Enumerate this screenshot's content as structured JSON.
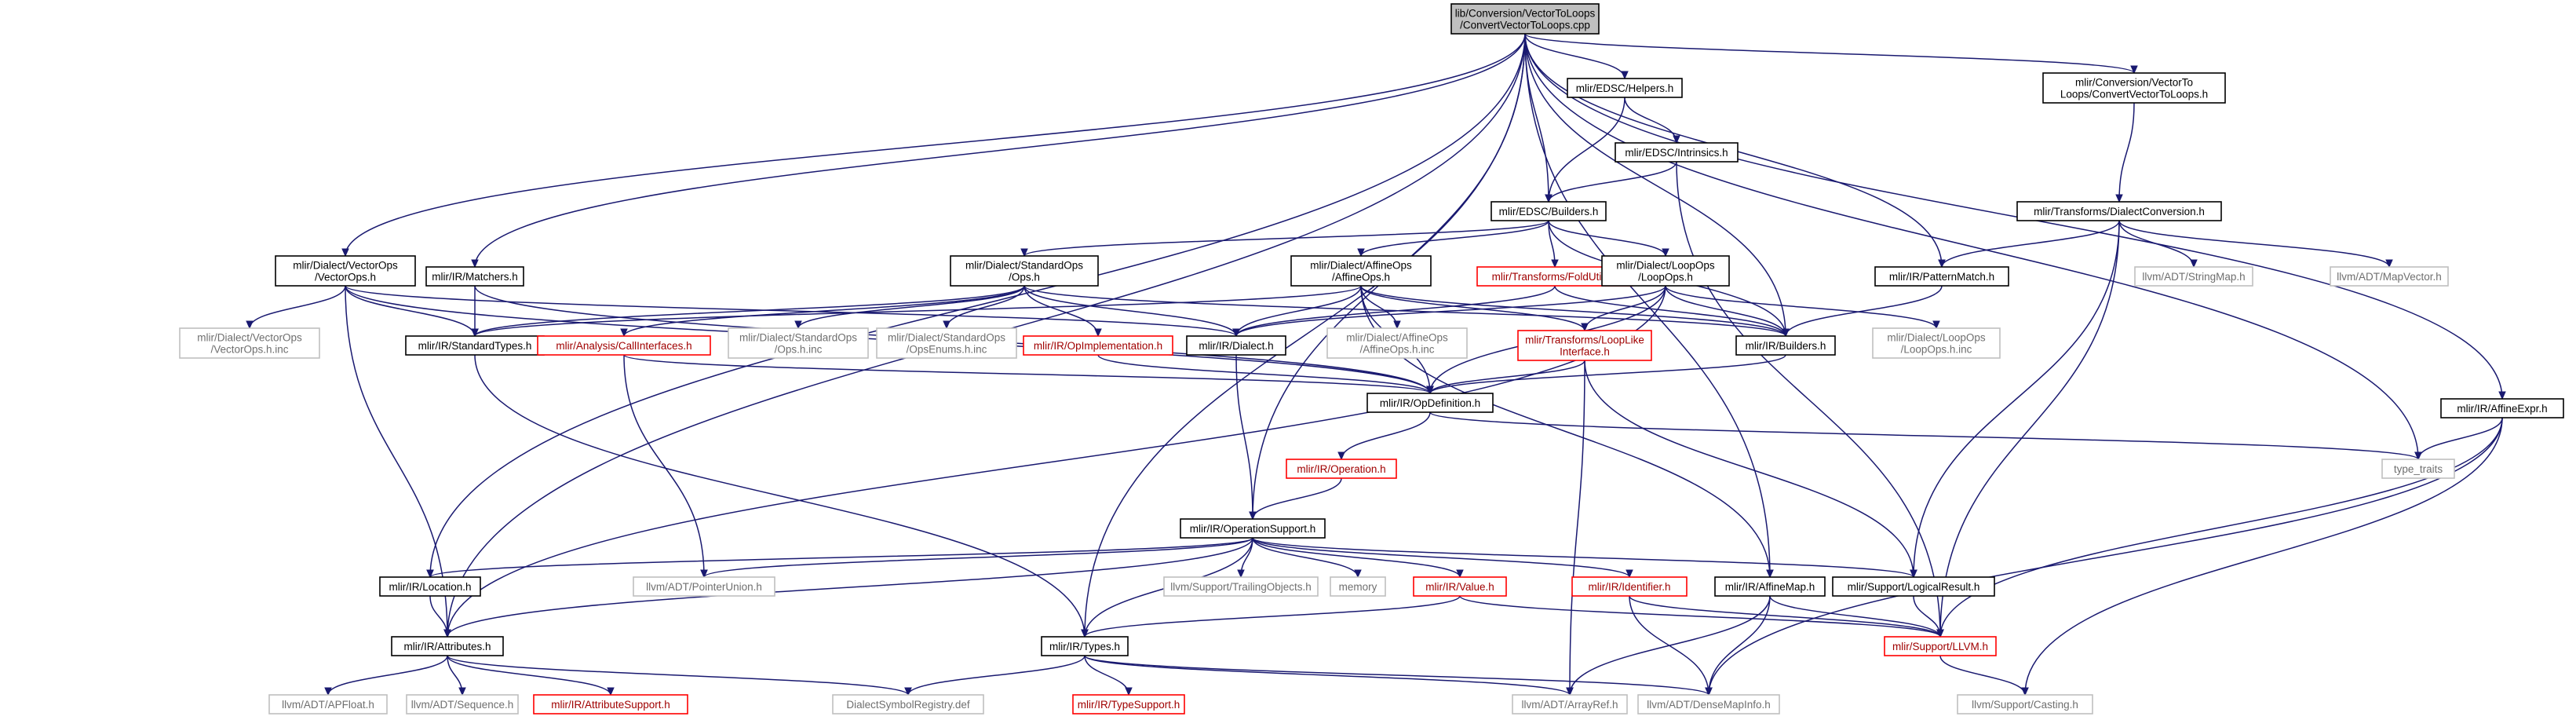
{
  "graph": {
    "title": "",
    "colors": {
      "root_fill": "#bfbfbf",
      "documented_border": "#000000",
      "undocumented_border": "#ff0000",
      "external_border": "#bfbfbf",
      "edge": "#191970"
    },
    "nodes": [
      {
        "id": "root",
        "lines": [
          "lib/Conversion/VectorToLoops",
          "/ConvertVectorToLoops.cpp"
        ],
        "style": "root"
      },
      {
        "id": "edsc_helpers",
        "lines": [
          "mlir/EDSC/Helpers.h"
        ],
        "style": "doc"
      },
      {
        "id": "conv_vtl",
        "lines": [
          "mlir/Conversion/VectorTo",
          "Loops/ConvertVectorToLoops.h"
        ],
        "style": "doc"
      },
      {
        "id": "edsc_intrinsics",
        "lines": [
          "mlir/EDSC/Intrinsics.h"
        ],
        "style": "doc"
      },
      {
        "id": "edsc_builders",
        "lines": [
          "mlir/EDSC/Builders.h"
        ],
        "style": "doc"
      },
      {
        "id": "dialect_conv",
        "lines": [
          "mlir/Transforms/DialectConversion.h"
        ],
        "style": "doc"
      },
      {
        "id": "vectorops_h",
        "lines": [
          "mlir/Dialect/VectorOps",
          "/VectorOps.h"
        ],
        "style": "doc"
      },
      {
        "id": "matchers_h",
        "lines": [
          "mlir/IR/Matchers.h"
        ],
        "style": "doc"
      },
      {
        "id": "stdops_h",
        "lines": [
          "mlir/Dialect/StandardOps",
          "/Ops.h"
        ],
        "style": "doc"
      },
      {
        "id": "affineops_h",
        "lines": [
          "mlir/Dialect/AffineOps",
          "/AffineOps.h"
        ],
        "style": "doc"
      },
      {
        "id": "foldutils",
        "lines": [
          "mlir/Transforms/FoldUtils.h"
        ],
        "style": "red"
      },
      {
        "id": "loopops_h",
        "lines": [
          "mlir/Dialect/LoopOps",
          "/LoopOps.h"
        ],
        "style": "doc"
      },
      {
        "id": "patternmatch",
        "lines": [
          "mlir/IR/PatternMatch.h"
        ],
        "style": "doc"
      },
      {
        "id": "stringmap",
        "lines": [
          "llvm/ADT/StringMap.h"
        ],
        "style": "gray"
      },
      {
        "id": "mapvector",
        "lines": [
          "llvm/ADT/MapVector.h"
        ],
        "style": "gray"
      },
      {
        "id": "vectorops_inc",
        "lines": [
          "mlir/Dialect/VectorOps",
          "/VectorOps.h.inc"
        ],
        "style": "gray"
      },
      {
        "id": "standardtypes",
        "lines": [
          "mlir/IR/StandardTypes.h"
        ],
        "style": "doc"
      },
      {
        "id": "callinterfaces",
        "lines": [
          "mlir/Analysis/CallInterfaces.h"
        ],
        "style": "red"
      },
      {
        "id": "stdops_inc",
        "lines": [
          "mlir/Dialect/StandardOps",
          "/Ops.h.inc"
        ],
        "style": "gray"
      },
      {
        "id": "stdops_enums",
        "lines": [
          "mlir/Dialect/StandardOps",
          "/OpsEnums.h.inc"
        ],
        "style": "gray"
      },
      {
        "id": "opimpl",
        "lines": [
          "mlir/IR/OpImplementation.h"
        ],
        "style": "red"
      },
      {
        "id": "dialect_h",
        "lines": [
          "mlir/IR/Dialect.h"
        ],
        "style": "doc"
      },
      {
        "id": "affineops_inc",
        "lines": [
          "mlir/Dialect/AffineOps",
          "/AffineOps.h.inc"
        ],
        "style": "gray"
      },
      {
        "id": "looplike",
        "lines": [
          "mlir/Transforms/LoopLike",
          "Interface.h"
        ],
        "style": "red"
      },
      {
        "id": "ir_builders",
        "lines": [
          "mlir/IR/Builders.h"
        ],
        "style": "doc"
      },
      {
        "id": "loopops_inc",
        "lines": [
          "mlir/Dialect/LoopOps",
          "/LoopOps.h.inc"
        ],
        "style": "gray"
      },
      {
        "id": "opdefinition",
        "lines": [
          "mlir/IR/OpDefinition.h"
        ],
        "style": "doc"
      },
      {
        "id": "affineexpr",
        "lines": [
          "mlir/IR/AffineExpr.h"
        ],
        "style": "doc"
      },
      {
        "id": "operation",
        "lines": [
          "mlir/IR/Operation.h"
        ],
        "style": "red"
      },
      {
        "id": "type_traits",
        "lines": [
          "type_traits"
        ],
        "style": "gray"
      },
      {
        "id": "opsupport",
        "lines": [
          "mlir/IR/OperationSupport.h"
        ],
        "style": "doc"
      },
      {
        "id": "location",
        "lines": [
          "mlir/IR/Location.h"
        ],
        "style": "doc"
      },
      {
        "id": "pointerunion",
        "lines": [
          "llvm/ADT/PointerUnion.h"
        ],
        "style": "gray"
      },
      {
        "id": "trailingobjects",
        "lines": [
          "llvm/Support/TrailingObjects.h"
        ],
        "style": "gray"
      },
      {
        "id": "memory",
        "lines": [
          "memory"
        ],
        "style": "gray"
      },
      {
        "id": "value_h",
        "lines": [
          "mlir/IR/Value.h"
        ],
        "style": "red"
      },
      {
        "id": "identifier",
        "lines": [
          "mlir/IR/Identifier.h"
        ],
        "style": "red"
      },
      {
        "id": "affinemap",
        "lines": [
          "mlir/IR/AffineMap.h"
        ],
        "style": "doc"
      },
      {
        "id": "logicalresult",
        "lines": [
          "mlir/Support/LogicalResult.h"
        ],
        "style": "doc"
      },
      {
        "id": "attributes",
        "lines": [
          "mlir/IR/Attributes.h"
        ],
        "style": "doc"
      },
      {
        "id": "types_h",
        "lines": [
          "mlir/IR/Types.h"
        ],
        "style": "doc"
      },
      {
        "id": "support_llvm",
        "lines": [
          "mlir/Support/LLVM.h"
        ],
        "style": "red"
      },
      {
        "id": "apfloat",
        "lines": [
          "llvm/ADT/APFloat.h"
        ],
        "style": "gray"
      },
      {
        "id": "sequence",
        "lines": [
          "llvm/ADT/Sequence.h"
        ],
        "style": "gray"
      },
      {
        "id": "attrsupport",
        "lines": [
          "mlir/IR/AttributeSupport.h"
        ],
        "style": "red"
      },
      {
        "id": "dialectsymreg",
        "lines": [
          "DialectSymbolRegistry.def"
        ],
        "style": "gray"
      },
      {
        "id": "typesupport",
        "lines": [
          "mlir/IR/TypeSupport.h"
        ],
        "style": "red"
      },
      {
        "id": "arrayref",
        "lines": [
          "llvm/ADT/ArrayRef.h"
        ],
        "style": "gray"
      },
      {
        "id": "densemapinfo",
        "lines": [
          "llvm/ADT/DenseMapInfo.h"
        ],
        "style": "gray"
      },
      {
        "id": "casting",
        "lines": [
          "llvm/Support/Casting.h"
        ],
        "style": "gray"
      }
    ],
    "edges": [
      [
        "root",
        "edsc_helpers"
      ],
      [
        "root",
        "conv_vtl"
      ],
      [
        "root",
        "edsc_builders"
      ],
      [
        "root",
        "vectorops_h"
      ],
      [
        "root",
        "matchers_h"
      ],
      [
        "root",
        "patternmatch"
      ],
      [
        "root",
        "ir_builders"
      ],
      [
        "root",
        "affineexpr"
      ],
      [
        "root",
        "type_traits"
      ],
      [
        "root",
        "opsupport"
      ],
      [
        "root",
        "location"
      ],
      [
        "root",
        "attributes"
      ],
      [
        "root",
        "types_h"
      ],
      [
        "root",
        "affinemap"
      ],
      [
        "edsc_helpers",
        "edsc_intrinsics"
      ],
      [
        "edsc_helpers",
        "edsc_builders"
      ],
      [
        "edsc_intrinsics",
        "edsc_builders"
      ],
      [
        "edsc_intrinsics",
        "support_llvm"
      ],
      [
        "conv_vtl",
        "dialect_conv"
      ],
      [
        "edsc_builders",
        "stdops_h"
      ],
      [
        "edsc_builders",
        "affineops_h"
      ],
      [
        "edsc_builders",
        "foldutils"
      ],
      [
        "edsc_builders",
        "loopops_h"
      ],
      [
        "edsc_builders",
        "ir_builders"
      ],
      [
        "dialect_conv",
        "patternmatch"
      ],
      [
        "dialect_conv",
        "stringmap"
      ],
      [
        "dialect_conv",
        "mapvector"
      ],
      [
        "dialect_conv",
        "logicalresult"
      ],
      [
        "dialect_conv",
        "support_llvm"
      ],
      [
        "vectorops_h",
        "vectorops_inc"
      ],
      [
        "vectorops_h",
        "standardtypes"
      ],
      [
        "vectorops_h",
        "dialect_h"
      ],
      [
        "vectorops_h",
        "opdefinition"
      ],
      [
        "vectorops_h",
        "attributes"
      ],
      [
        "matchers_h",
        "standardtypes"
      ],
      [
        "matchers_h",
        "opdefinition"
      ],
      [
        "stdops_h",
        "standardtypes"
      ],
      [
        "stdops_h",
        "callinterfaces"
      ],
      [
        "stdops_h",
        "stdops_inc"
      ],
      [
        "stdops_h",
        "stdops_enums"
      ],
      [
        "stdops_h",
        "opimpl"
      ],
      [
        "stdops_h",
        "dialect_h"
      ],
      [
        "stdops_h",
        "ir_builders"
      ],
      [
        "affineops_h",
        "standardtypes"
      ],
      [
        "affineops_h",
        "dialect_h"
      ],
      [
        "affineops_h",
        "affineops_inc"
      ],
      [
        "affineops_h",
        "looplike"
      ],
      [
        "affineops_h",
        "ir_builders"
      ],
      [
        "affineops_h",
        "opdefinition"
      ],
      [
        "affineops_h",
        "affinemap"
      ],
      [
        "foldutils",
        "dialect_h"
      ],
      [
        "foldutils",
        "ir_builders"
      ],
      [
        "loopops_h",
        "dialect_h"
      ],
      [
        "loopops_h",
        "looplike"
      ],
      [
        "loopops_h",
        "ir_builders"
      ],
      [
        "loopops_h",
        "loopops_inc"
      ],
      [
        "loopops_h",
        "opdefinition"
      ],
      [
        "loopops_h",
        "attributes"
      ],
      [
        "patternmatch",
        "ir_builders"
      ],
      [
        "standardtypes",
        "types_h"
      ],
      [
        "callinterfaces",
        "opdefinition"
      ],
      [
        "callinterfaces",
        "pointerunion"
      ],
      [
        "opimpl",
        "opdefinition"
      ],
      [
        "dialect_h",
        "opsupport"
      ],
      [
        "looplike",
        "opdefinition"
      ],
      [
        "looplike",
        "arrayref"
      ],
      [
        "looplike",
        "logicalresult"
      ],
      [
        "ir_builders",
        "opdefinition"
      ],
      [
        "opdefinition",
        "operation"
      ],
      [
        "opdefinition",
        "type_traits"
      ],
      [
        "affineexpr",
        "type_traits"
      ],
      [
        "affineexpr",
        "support_llvm"
      ],
      [
        "affineexpr",
        "densemapinfo"
      ],
      [
        "affineexpr",
        "casting"
      ],
      [
        "operation",
        "opsupport"
      ],
      [
        "opsupport",
        "location"
      ],
      [
        "opsupport",
        "pointerunion"
      ],
      [
        "opsupport",
        "trailingobjects"
      ],
      [
        "opsupport",
        "memory"
      ],
      [
        "opsupport",
        "value_h"
      ],
      [
        "opsupport",
        "identifier"
      ],
      [
        "opsupport",
        "logicalresult"
      ],
      [
        "opsupport",
        "attributes"
      ],
      [
        "opsupport",
        "types_h"
      ],
      [
        "location",
        "attributes"
      ],
      [
        "value_h",
        "types_h"
      ],
      [
        "value_h",
        "support_llvm"
      ],
      [
        "identifier",
        "support_llvm"
      ],
      [
        "identifier",
        "densemapinfo"
      ],
      [
        "affinemap",
        "support_llvm"
      ],
      [
        "affinemap",
        "arrayref"
      ],
      [
        "affinemap",
        "densemapinfo"
      ],
      [
        "logicalresult",
        "support_llvm"
      ],
      [
        "attributes",
        "apfloat"
      ],
      [
        "attributes",
        "sequence"
      ],
      [
        "attributes",
        "attrsupport"
      ],
      [
        "attributes",
        "dialectsymreg"
      ],
      [
        "types_h",
        "typesupport"
      ],
      [
        "types_h",
        "dialectsymreg"
      ],
      [
        "types_h",
        "arrayref"
      ],
      [
        "types_h",
        "densemapinfo"
      ],
      [
        "support_llvm",
        "casting"
      ]
    ]
  }
}
